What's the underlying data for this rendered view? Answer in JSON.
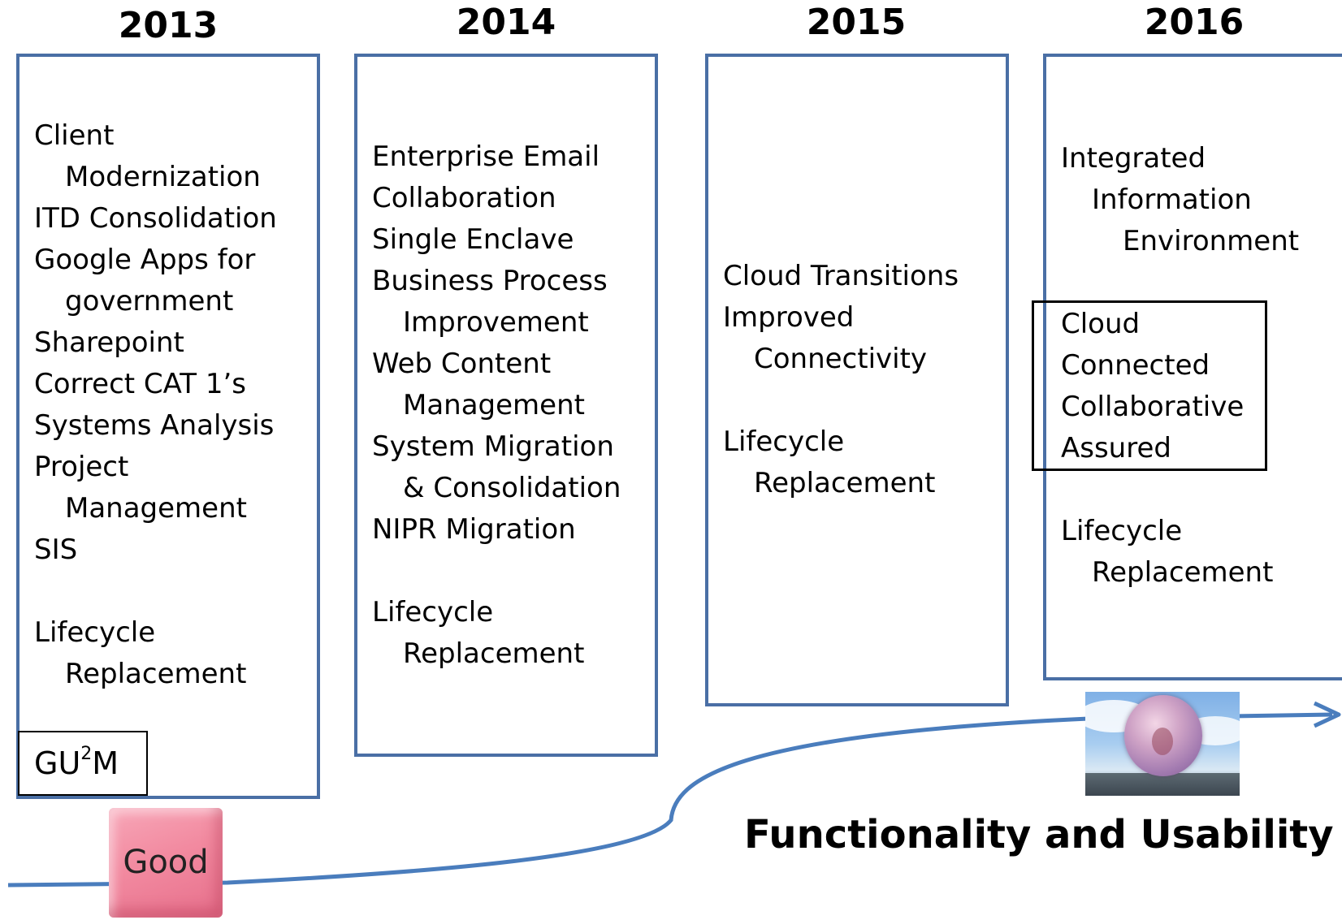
{
  "years": [
    "2013",
    "2014",
    "2015",
    "2016"
  ],
  "columns": [
    {
      "lines": [
        {
          "text": "Client",
          "indent": 0
        },
        {
          "text": "Modernization",
          "indent": 1
        },
        {
          "text": "ITD Consolidation",
          "indent": 0
        },
        {
          "text": "Google Apps for",
          "indent": 0
        },
        {
          "text": "government",
          "indent": 1
        },
        {
          "text": "Sharepoint",
          "indent": 0
        },
        {
          "text": "Correct CAT 1’s",
          "indent": 0
        },
        {
          "text": "Systems Analysis",
          "indent": 0
        },
        {
          "text": "Project",
          "indent": 0
        },
        {
          "text": "Management",
          "indent": 1
        },
        {
          "text": "SIS",
          "indent": 0
        },
        {
          "text": "",
          "indent": 0
        },
        {
          "text": "Lifecycle",
          "indent": 0
        },
        {
          "text": "Replacement",
          "indent": 1
        }
      ]
    },
    {
      "lines": [
        {
          "text": "Enterprise Email",
          "indent": 0
        },
        {
          "text": "Collaboration",
          "indent": 0
        },
        {
          "text": "Single Enclave",
          "indent": 0
        },
        {
          "text": "Business Process",
          "indent": 0
        },
        {
          "text": "Improvement",
          "indent": 1
        },
        {
          "text": "Web Content",
          "indent": 0
        },
        {
          "text": "Management",
          "indent": 1
        },
        {
          "text": "System Migration",
          "indent": 0
        },
        {
          "text": "& Consolidation",
          "indent": 1
        },
        {
          "text": "NIPR Migration",
          "indent": 0
        },
        {
          "text": "",
          "indent": 0
        },
        {
          "text": "Lifecycle",
          "indent": 0
        },
        {
          "text": "Replacement",
          "indent": 1
        }
      ]
    },
    {
      "lines": [
        {
          "text": "Cloud Transitions",
          "indent": 0
        },
        {
          "text": "Improved",
          "indent": 0
        },
        {
          "text": "Connectivity",
          "indent": 1
        },
        {
          "text": "",
          "indent": 0
        },
        {
          "text": "Lifecycle",
          "indent": 0
        },
        {
          "text": "Replacement",
          "indent": 1
        }
      ]
    },
    {
      "lines": [
        {
          "text": "Integrated",
          "indent": 0
        },
        {
          "text": "Information",
          "indent": 1
        },
        {
          "text": "Environment",
          "indent": 2
        },
        {
          "text": "",
          "indent": 0
        },
        {
          "text": "Cloud",
          "indent": 0
        },
        {
          "text": "Connected",
          "indent": 0
        },
        {
          "text": "Collaborative",
          "indent": 0
        },
        {
          "text": "Assured",
          "indent": 0
        },
        {
          "text": "",
          "indent": 0
        },
        {
          "text": "Lifecycle",
          "indent": 0
        },
        {
          "text": "Replacement",
          "indent": 1
        }
      ]
    }
  ],
  "gum_label": {
    "prefix": "GU",
    "sup": "2",
    "suffix": "M"
  },
  "good_label": "Good",
  "footer_label": "Functionality and Usability",
  "colors": {
    "box_border": "#4a6fa5",
    "curve": "#4a7dbd",
    "highlight_border": "#000000"
  }
}
